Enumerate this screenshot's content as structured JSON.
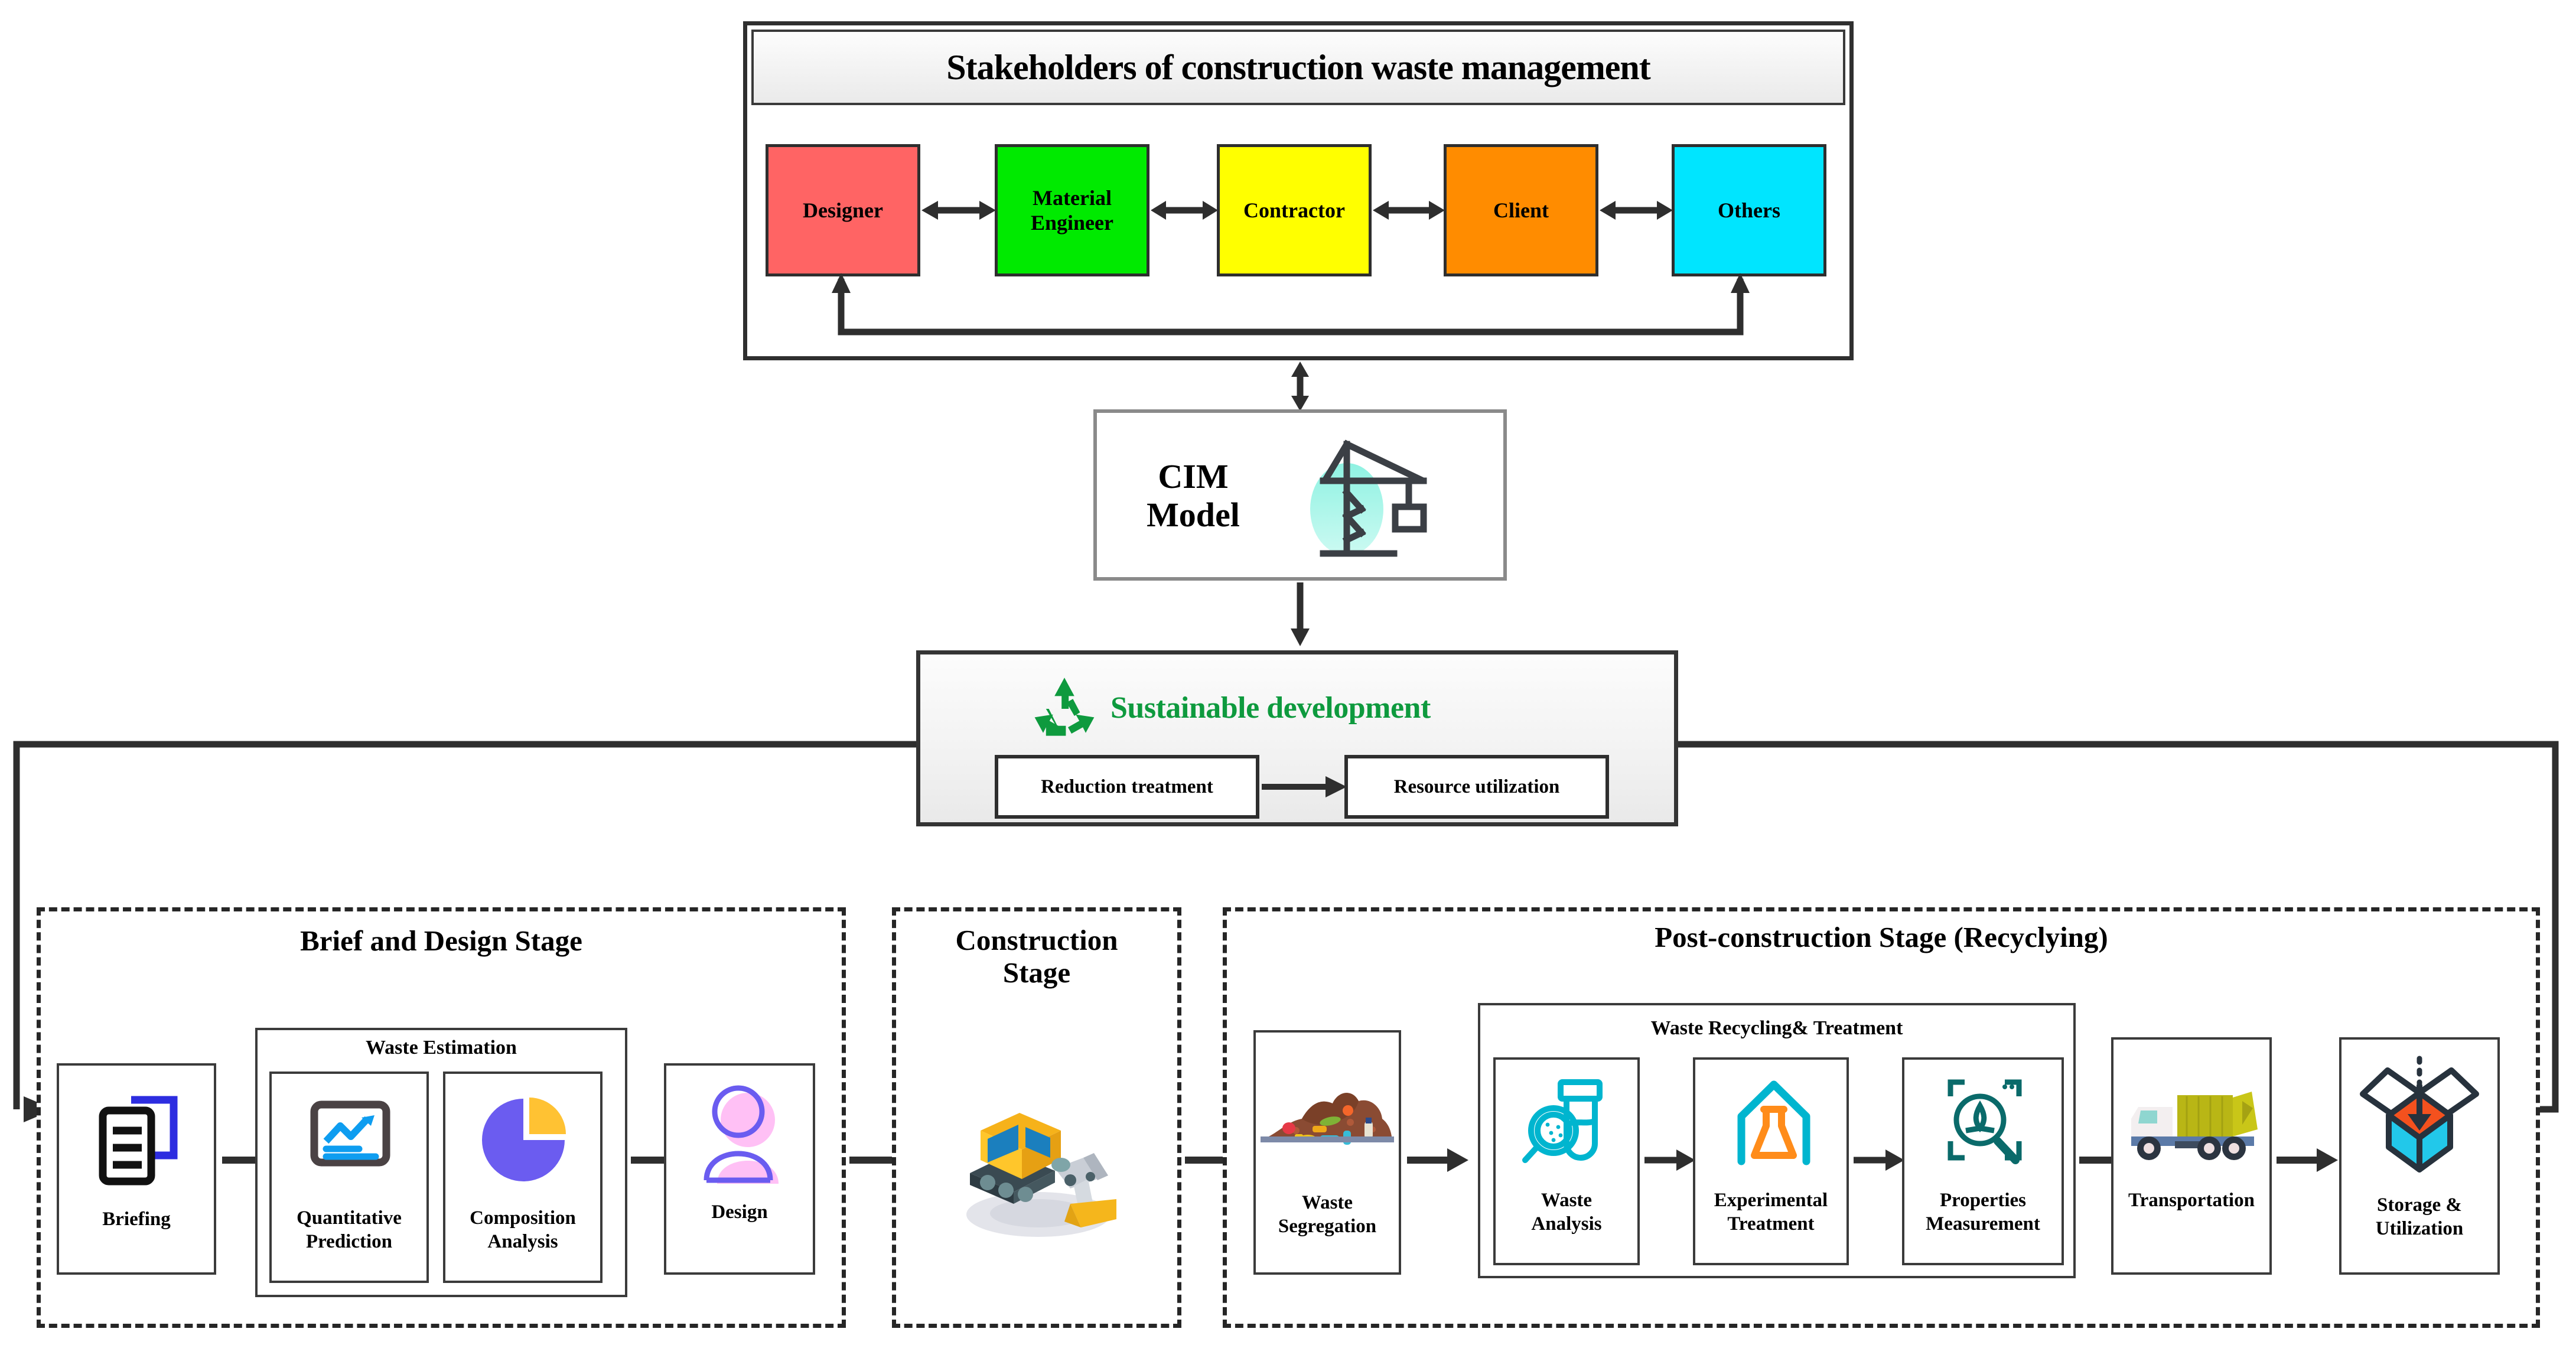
{
  "stakeholders_panel": {
    "title": "Stakeholders of construction waste management",
    "boxes": [
      {
        "label": "Designer",
        "color": "#FF6464"
      },
      {
        "label": "Material Engineer",
        "color": "#00EA00"
      },
      {
        "label": "Contractor",
        "color": "#FFFF00"
      },
      {
        "label": "Client",
        "color": "#FF8C00"
      },
      {
        "label": "Others",
        "color": "#00E5FF"
      }
    ],
    "connector_icon": "double-arrow-icon",
    "feedback_icon": "feedback-loop-arrow-icon"
  },
  "cim": {
    "label_line1": "CIM",
    "label_line2": "Model",
    "icon": "construction-crane-icon",
    "icon_bg_color": "#7FEEDD"
  },
  "sustainable": {
    "title": "Sustainable development",
    "icon": "recycle-icon",
    "icon_color": "#0e9a3e",
    "title_color": "#0e9a3e",
    "sub_boxes": [
      {
        "label": "Reduction treatment"
      },
      {
        "label": "Resource utilization"
      }
    ],
    "arrow_icon": "right-arrow-icon"
  },
  "stages": [
    {
      "title": "Brief and Design Stage",
      "cells": [
        {
          "label": "Briefing",
          "icon": "document-pages-icon"
        },
        {
          "label": "Design",
          "icon": "person-avatar-icon"
        }
      ],
      "group": {
        "title": "Waste Estimation",
        "cells": [
          {
            "label_line1": "Quantitative",
            "label_line2": "Prediction",
            "icon": "trend-chart-card-icon"
          },
          {
            "label_line1": "Composition",
            "label_line2": "Analysis",
            "icon": "pie-chart-icon"
          }
        ]
      }
    },
    {
      "title_line1": "Construction",
      "title_line2": "Stage",
      "icon": "excavator-icon"
    },
    {
      "title": "Post-construction Stage (Recyclying)",
      "cells_left": [
        {
          "label_line1": "Waste",
          "label_line2": "Segregation",
          "icon": "waste-pile-icon"
        }
      ],
      "group": {
        "title": "Waste Recycling& Treatment",
        "cells": [
          {
            "label_line1": "Waste",
            "label_line2": "Analysis",
            "icon": "test-tube-magnifier-icon"
          },
          {
            "label_line1": "Experimental",
            "label_line2": "Treatment",
            "icon": "flask-house-icon"
          },
          {
            "label_line1": "Properties",
            "label_line2": "Measurement",
            "icon": "properties-gauge-icon"
          }
        ]
      },
      "cells_right": [
        {
          "label": "Transportation",
          "icon": "garbage-truck-icon"
        },
        {
          "label_line1": "Storage &",
          "label_line2": "Utilization",
          "icon": "open-box-arrow-icon"
        }
      ]
    }
  ],
  "colors": {
    "outline": "#2e2e2e",
    "green": "#0e9a3e",
    "cyan_icon": "#00b5cf",
    "teal_icon": "#0a6a6a",
    "orange_icon": "#ff8c1a",
    "blue_icon": "#0e9df0",
    "purple_icon": "#6b5cf0",
    "amber_icon": "#ffc233",
    "pink_icon": "#ffc0f5",
    "box_dark": "#27323d"
  }
}
